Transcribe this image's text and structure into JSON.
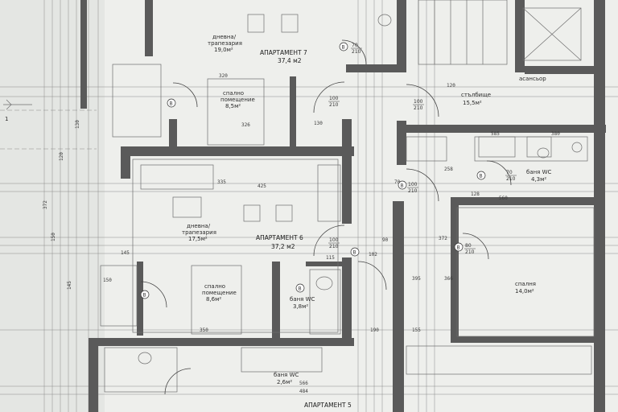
{
  "apartments": [
    {
      "key": "apt7",
      "title": "АПАРТАМЕНТ 7",
      "area": "37,4 м2"
    },
    {
      "key": "apt6",
      "title": "АПАРТАМЕНТ 6",
      "area": "37,2 м2"
    },
    {
      "key": "apt5",
      "title": "АПАРТАМЕНТ 5"
    }
  ],
  "rooms": [
    {
      "key": "dnevna7",
      "name": "дневна/",
      "name2": "трапезария",
      "area": "19,0м²"
    },
    {
      "key": "spalnq7",
      "name": "спално",
      "name2": "помещение",
      "area": "8,5м²"
    },
    {
      "key": "dnevna6",
      "name": "дневна/",
      "name2": "трапезария",
      "area": "17,5м²"
    },
    {
      "key": "spalnq6",
      "name": "спално",
      "name2": "помещение",
      "area": "8,6м²"
    },
    {
      "key": "banya6",
      "name": "баня WC",
      "area": "3,8м²"
    },
    {
      "key": "banya_r",
      "name": "баня WC",
      "area": "4,3м²"
    },
    {
      "key": "otdih",
      "name": "спалня",
      "area": "14,0м²"
    },
    {
      "key": "stubishte",
      "name": "стълбище",
      "area": "15,5м²"
    },
    {
      "key": "kabina",
      "name": "асансьор"
    },
    {
      "key": "banya5",
      "name": "баня WC",
      "area": "2,6м²"
    }
  ],
  "doors": [
    {
      "key": "d1",
      "top": "100",
      "bottom": "210"
    },
    {
      "key": "d2",
      "top": "100",
      "bottom": "210"
    },
    {
      "key": "d3",
      "top": "70",
      "bottom": "210"
    },
    {
      "key": "d4",
      "top": "100",
      "bottom": "210"
    },
    {
      "key": "d5",
      "top": "100",
      "bottom": "210"
    },
    {
      "key": "d6",
      "top": "70",
      "bottom": "210"
    },
    {
      "key": "d7",
      "top": "80",
      "bottom": "210"
    }
  ],
  "dimensions": {
    "d_320": "320",
    "d_326": "326",
    "d_130": "130",
    "d_335": "335",
    "d_425": "425",
    "d_120": "120",
    "d_380": "380",
    "d_560": "560",
    "d_585": "585",
    "d_102": "102",
    "d_70": "70",
    "d_90": "90",
    "d_566": "566",
    "d_484": "484",
    "d_350": "350",
    "d_150": "150",
    "d_155": "155",
    "d_145": "145",
    "d_128": "128",
    "d_258": "258",
    "d_372": "372",
    "d_395": "395",
    "d_366": "366",
    "d_190": "190",
    "d_115": "115"
  },
  "markers": {
    "b": "B"
  }
}
